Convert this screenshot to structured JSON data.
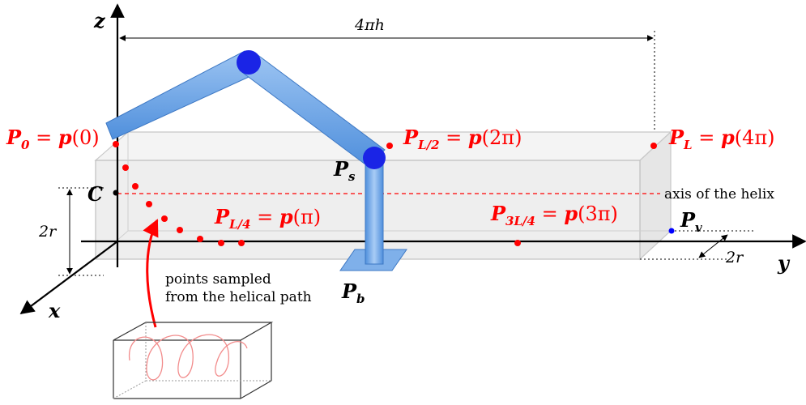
{
  "axes": {
    "x": "x",
    "y": "y",
    "z": "z"
  },
  "dimensions": {
    "length": "4πh",
    "width": "2r",
    "height": "2r"
  },
  "points": {
    "p0": {
      "name": "P",
      "sub": "0",
      "eq": " = ",
      "func": "p",
      "arg": "(0)"
    },
    "pL2": {
      "name": "P",
      "sub": "L/2",
      "eq": " = ",
      "func": "p",
      "arg": "(2π)"
    },
    "pL": {
      "name": "P",
      "sub": "L",
      "eq": " = ",
      "func": "p",
      "arg": "(4π)"
    },
    "pL4": {
      "name": "P",
      "sub": "L/4",
      "eq": " = ",
      "func": "p",
      "arg": "(π)"
    },
    "p3L4": {
      "name": "P",
      "sub": "3L/4",
      "eq": " = ",
      "func": "p",
      "arg": "(3π)"
    }
  },
  "robot": {
    "ps": {
      "name": "P",
      "sub": "s"
    },
    "pb": {
      "name": "P",
      "sub": "b"
    },
    "pv": {
      "name": "P",
      "sub": "v"
    }
  },
  "labels": {
    "c": "C",
    "axis_of_helix": "axis of the helix",
    "sampled_line1": "points sampled",
    "sampled_line2": "from the helical path"
  },
  "colors": {
    "red": "#ff0000",
    "blue": "#0000ff",
    "link": "#6fa8e8",
    "box_fill": "#eeeeee",
    "box_edge": "#bbbbbb"
  }
}
